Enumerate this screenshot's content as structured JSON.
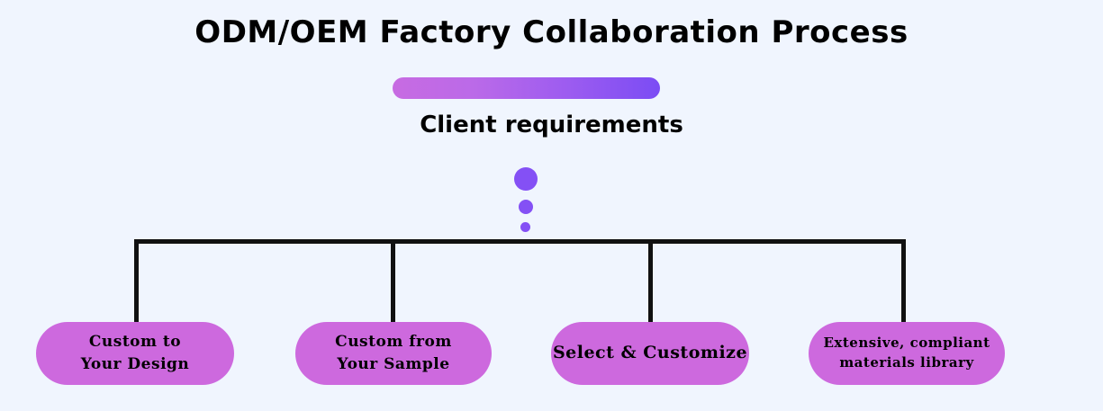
{
  "title": "ODM/OEM Factory Collaboration Process",
  "root": {
    "label": "Client requirements",
    "bar_gradient_from": "#c76be2",
    "bar_gradient_to": "#7b4cf4"
  },
  "dots": {
    "color": "#8450f5",
    "count": 3
  },
  "colors": {
    "background": "#f0f5fe",
    "node_fill": "#cd69de",
    "connector": "#111111",
    "text": "#000000"
  },
  "nodes": [
    {
      "id": "custom-to-your-design",
      "line1": "Custom  to",
      "line2": "Your  Design"
    },
    {
      "id": "custom-from-your-sample",
      "line1": "Custom  from",
      "line2": "Your  Sample"
    },
    {
      "id": "select-and-customize",
      "line1": "Select  &  Customize",
      "line2": ""
    },
    {
      "id": "extensive-compliant-materials-library",
      "line1": "Extensive,  compliant",
      "line2": "materials  library"
    }
  ]
}
